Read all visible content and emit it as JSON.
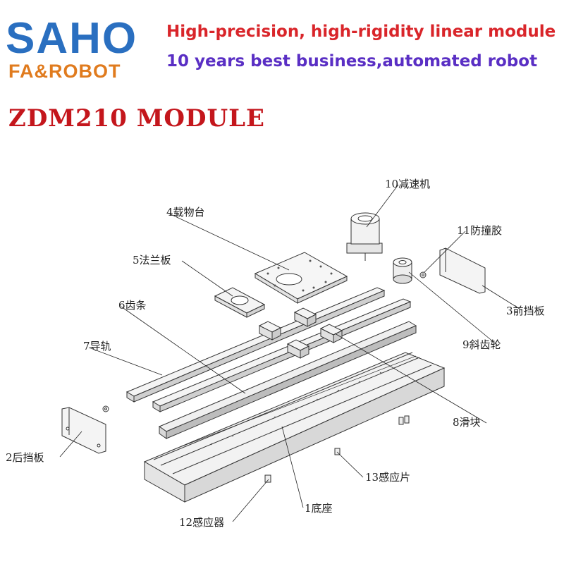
{
  "brand": {
    "name": "SAHO",
    "subname": "FA&ROBOT"
  },
  "header": {
    "tagline_1": "High-precision, high-rigidity linear module",
    "tagline_2": "10 years best business,automated robot"
  },
  "title": "ZDM210 MODULE",
  "parts": [
    {
      "id": "base",
      "label": "1底座"
    },
    {
      "id": "rear-plate",
      "label": "2后挡板"
    },
    {
      "id": "front-plate",
      "label": "3前挡板"
    },
    {
      "id": "carriage",
      "label": "4载物台"
    },
    {
      "id": "flange",
      "label": "5法兰板"
    },
    {
      "id": "rack",
      "label": "6齿条"
    },
    {
      "id": "guide-rail",
      "label": "7导轨"
    },
    {
      "id": "slider",
      "label": "8滑块"
    },
    {
      "id": "helical-gear",
      "label": "9斜齿轮"
    },
    {
      "id": "reducer",
      "label": "10减速机"
    },
    {
      "id": "bumper",
      "label": "11防撞胶"
    },
    {
      "id": "sensor",
      "label": "12感应器"
    },
    {
      "id": "sensor-tab",
      "label": "13感应片"
    }
  ],
  "colors": {
    "brand_blue": "#2a6fc0",
    "brand_orange": "#e07b1e",
    "tagline_red": "#d9252a",
    "tagline_purple": "#5a2fc4",
    "title_red": "#c4161c"
  }
}
